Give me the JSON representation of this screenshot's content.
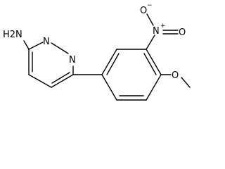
{
  "molecule": {
    "labels": {
      "amine": "H2N",
      "pyrimidine_n_upper": "N",
      "pyrimidine_n_lower": "N",
      "nitro_n": "N",
      "nitro_n_charge": "+",
      "nitro_o_upper": "O",
      "nitro_o_upper_charge": "−",
      "nitro_o_right": "O",
      "methoxy_o": "O"
    }
  }
}
